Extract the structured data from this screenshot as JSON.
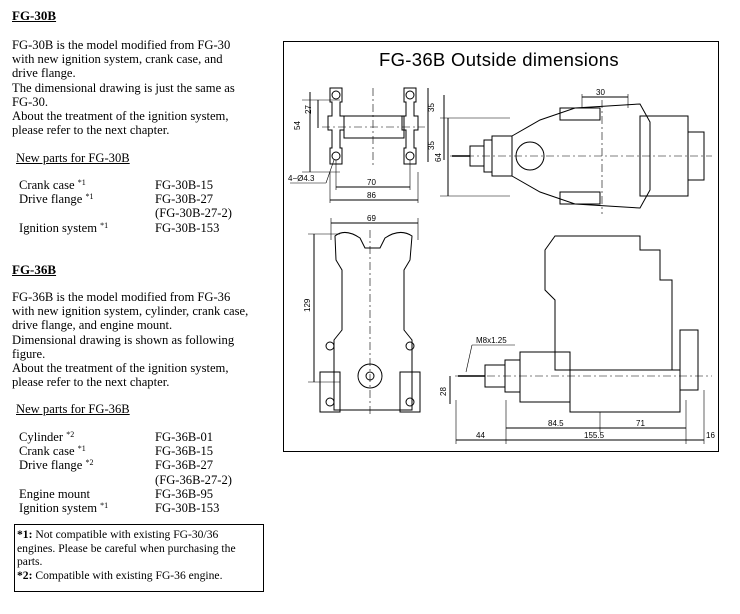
{
  "fg30b": {
    "heading": "FG-30B",
    "lines": [
      "FG-30B is the model modified from FG-30",
      "with new ignition system, crank case, and",
      "drive flange.",
      "The dimensional drawing is just the same as",
      "FG-30.",
      "About the treatment of the ignition system,",
      "please refer to the next chapter."
    ],
    "parts_title": "New parts for FG-30B",
    "parts": [
      {
        "name": "Crank case",
        "mark": "*1",
        "code": "FG-30B-15"
      },
      {
        "name": "Drive flange",
        "mark": "*1",
        "code": "FG-30B-27"
      },
      {
        "name": "",
        "mark": "",
        "code": "(FG-30B-27-2)"
      },
      {
        "name": "Ignition system",
        "mark": "*1",
        "code": "FG-30B-153"
      }
    ]
  },
  "fg36b": {
    "heading": "FG-36B",
    "lines": [
      "FG-36B is the model modified from FG-36",
      "with new ignition system, cylinder, crank case,",
      "drive flange, and engine mount.",
      "Dimensional drawing is shown as following",
      "figure.",
      "About the treatment of the ignition system,",
      "please refer to the next chapter."
    ],
    "parts_title": "New parts for FG-36B",
    "parts": [
      {
        "name": "Cylinder",
        "mark": "*2",
        "code": "FG-36B-01"
      },
      {
        "name": "Crank case",
        "mark": "*1",
        "code": "FG-36B-15"
      },
      {
        "name": "Drive flange",
        "mark": "*2",
        "code": "FG-36B-27"
      },
      {
        "name": "",
        "mark": "",
        "code": "(FG-36B-27-2)"
      },
      {
        "name": "Engine mount",
        "mark": "",
        "code": "FG-36B-95"
      },
      {
        "name": "Ignition system",
        "mark": "*1",
        "code": "FG-30B-153"
      }
    ]
  },
  "notes": {
    "n1_mark": "*1:",
    "n1_lines": [
      "Not compatible with existing FG-30/36",
      "engines. Please be careful when purchasing the",
      "parts."
    ],
    "n2_mark": "*2:",
    "n2_text": "Compatible with existing FG-36 engine."
  },
  "figure": {
    "title": "FG-36B Outside dimensions",
    "dims": {
      "d30": "30",
      "d27": "27",
      "d35a": "35",
      "d54": "54",
      "d64": "64",
      "d35b": "35",
      "holes": "4−Ø4.3",
      "d70": "70",
      "d86": "86",
      "d69": "69",
      "d129": "129",
      "thread": "M8x1.25",
      "d28": "28",
      "d44": "44",
      "d84_5": "84.5",
      "d71": "71",
      "d155_5": "155.5",
      "d16": "16"
    }
  }
}
